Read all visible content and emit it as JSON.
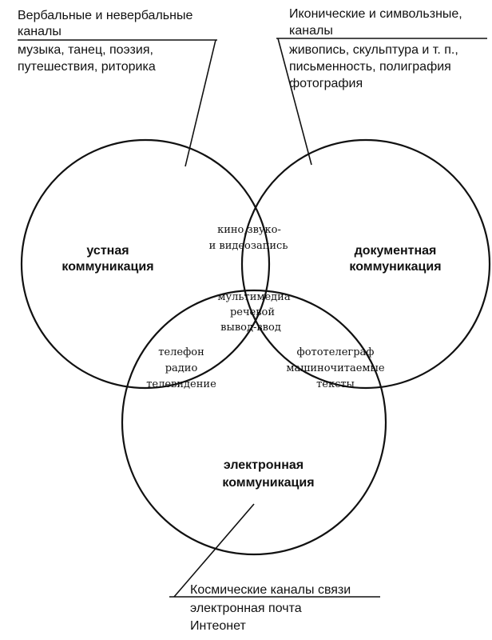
{
  "top_left_note": {
    "line1": "Вербальные и невербальные",
    "line2": "каналы",
    "line3": "музыка, танец, поэзия,",
    "line4": "путешествия, риторика"
  },
  "top_right_note": {
    "line1": "Иконические и симвользные,",
    "line2": "каналы",
    "line3": "живопись, скульптура и т. п.,",
    "line4": "письменность, полиграфия",
    "line5": "фотография"
  },
  "circles": {
    "oral": {
      "line1": "устная",
      "line2": "коммуникация"
    },
    "documentary": {
      "line1": "документная",
      "line2": "коммуникация"
    },
    "electronic": {
      "line1": "электронная",
      "line2": "коммуникация"
    }
  },
  "intersections": {
    "oral_documentary": {
      "line1": "кино,звуко-",
      "line2": "и видеозапись"
    },
    "center": {
      "line1": "мультимедиа",
      "line2": "речевой",
      "line3": "вывод-ввод"
    },
    "oral_electronic": {
      "line1": "телефон",
      "line2": "радио",
      "line3": "телевидение"
    },
    "documentary_electronic": {
      "line1": "фототелеграф",
      "line2": "машиночитаемые",
      "line3": "тексты"
    }
  },
  "bottom_note": {
    "line1": "Космические каналы связи",
    "line2": "электронная почта",
    "line3": "Интеонет"
  }
}
